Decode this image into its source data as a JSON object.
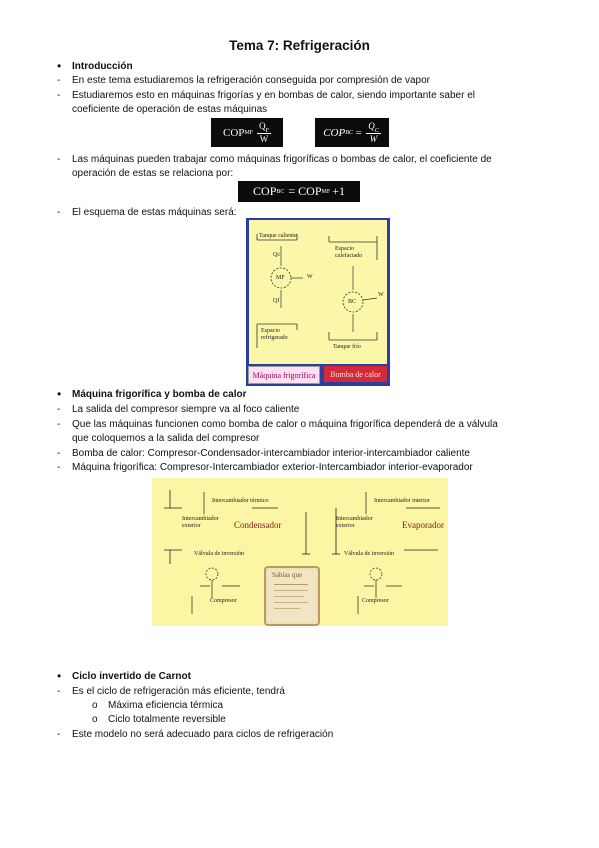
{
  "title": "Tema 7: Refrigeración",
  "sections": {
    "intro": {
      "heading": "Introducción",
      "line1": "En este tema estudiaremos la refrigeración conseguida por compresión de vapor",
      "line2a": "Estudiaremos esto en máquinas frigorías y en bombas de calor, siendo importante saber el",
      "line2b": "coeficiente de operación de estas máquinas",
      "line3a": "Las máquinas pueden trabajar como máquinas frigoríficas o bombas de calor, el coeficiente de",
      "line3b": "operación de estas se relaciona por:",
      "line4": "El esquema de estas máquinas será:"
    },
    "maquina": {
      "heading": "Máquina frigorífica y bomba de calor",
      "line1": "La salida del compresor siempre va al foco caliente",
      "line2a": "Que las máquinas funcionen como bomba de calor o máquina frigorífica dependerá de a válvula",
      "line2b": "que coloquemos a la salida del compresor",
      "line3": "Bomba de calor: Compresor-Condensador-intercambiador interior-intercambiador caliente",
      "line4": "Máquina frigorífica: Compresor-Intercambiador exterior-Intercambiador interior-evaporador"
    },
    "carnot": {
      "heading": "Ciclo invertido de Carnot",
      "line1": "Es el ciclo de refrigeración más eficiente, tendrá",
      "sub1": "Máxima eficiencia térmica",
      "sub2": "Ciclo totalmente reversible",
      "line2": "Este modelo no será adecuado para ciclos de refrigeración"
    }
  },
  "markers": {
    "bullet": "•",
    "dash": "-",
    "sub": "o"
  },
  "formulas": {
    "cop_mf_lhs": "COP",
    "cop_mf_sub": "MF",
    "cop_mf_num": "Q",
    "cop_mf_num_sub": "F",
    "cop_mf_den": "W",
    "cop_bc_lhs": "COP",
    "cop_bc_sub": "BC",
    "cop_bc_eq": "=",
    "cop_bc_num": "Q",
    "cop_bc_num_sub": "C",
    "cop_bc_den": "W",
    "rel_lhs": "COP",
    "rel_lhs_sub": "BC",
    "rel_eq": "= COP",
    "rel_rhs_sub": "MF",
    "rel_plus": "+1"
  },
  "diagram1": {
    "labels": {
      "top_left": "Tanque caliente",
      "top_right": "Espacio calefactado",
      "qc": "Qc",
      "qf": "Qf",
      "mf": "MF",
      "bc": "BC",
      "w1": "W",
      "w2": "W",
      "bottom_left": "Espacio refrigerado",
      "bottom_right": "Tanque frío"
    },
    "tab_left": "Máquina frigorífica",
    "tab_right": "Bomba de calor"
  },
  "diagram2": {
    "labels": {
      "l_top": "Intercambiador térmico",
      "l_left": "Intercambiador exterior",
      "l_big": "Condensador",
      "l_valve": "Válvula de inversión",
      "l_comp": "Compresor",
      "r_top": "Intercambiador interior",
      "r_left": "Intercambiador exterior",
      "r_big": "Evaporador",
      "r_valve": "Válvula de inversión",
      "r_comp": "Compresor",
      "scroll": "Sabías que"
    }
  },
  "colors": {
    "diagram_bg": "#fbf7a8",
    "diagram_frame": "#2c3ea0",
    "tab_right_bg": "#d22a3a",
    "formula_bg": "#0b0b0b"
  }
}
